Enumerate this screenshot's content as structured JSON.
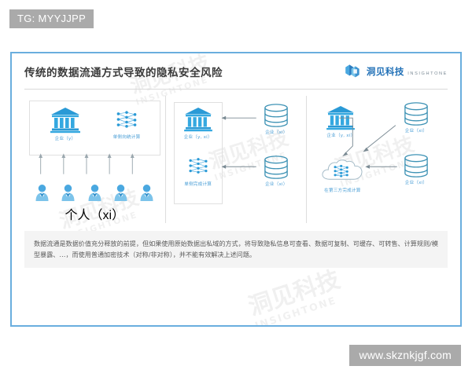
{
  "overlay": {
    "tg_tag": "TG: MYYJJPP",
    "site_tag": "www.skznkjgf.com"
  },
  "slide": {
    "title": "传统的数据流通方式导致的隐私安全风险",
    "brand": {
      "cn": "洞见科技",
      "en": "INSIGHTONE",
      "color": "#1f6fb6"
    },
    "watermark": {
      "cn": "洞见科技",
      "en": "INSIGHTONE"
    },
    "accent_color": "#6aaede",
    "icon_color": "#34a0d9",
    "db_color": "#3f93b5",
    "panels": [
      {
        "id": "panel-1",
        "nodes": [
          {
            "icon": "bank-icon",
            "label": "企业（y）"
          },
          {
            "icon": "neural-network-icon",
            "label": "单侧向统计算"
          },
          {
            "icon": "people-group-icon",
            "label": "个人（xi）"
          }
        ],
        "people_count": 5,
        "arrows": 5
      },
      {
        "id": "panel-2",
        "nodes": [
          {
            "icon": "bank-icon",
            "label": "企业（y, xi）"
          },
          {
            "icon": "neural-network-icon",
            "label": "单侧完成计算"
          },
          {
            "icon": "database-icon",
            "label": "企业（xi）"
          },
          {
            "icon": "database-icon",
            "label": "企业（xi）"
          }
        ],
        "arrows": 2
      },
      {
        "id": "panel-3",
        "nodes": [
          {
            "icon": "bank-icon",
            "label": "企业（y, xi）"
          },
          {
            "icon": "cloud-neural-icon",
            "label": "在第三方完成计算"
          },
          {
            "icon": "database-icon",
            "label": "企业（xi）"
          },
          {
            "icon": "database-icon",
            "label": "企业（xi）"
          }
        ],
        "arrows": 3
      }
    ],
    "note": "数据流通是数据价值充分释放的前提，但如果使用原始数据出私域的方式，将导致隐私信息可查看、数据可复制、可缓存、可转售、计算规则/模型暴露、…，而使用普通加密技术（对称/非对称），并不能有效解决上述问题。"
  }
}
